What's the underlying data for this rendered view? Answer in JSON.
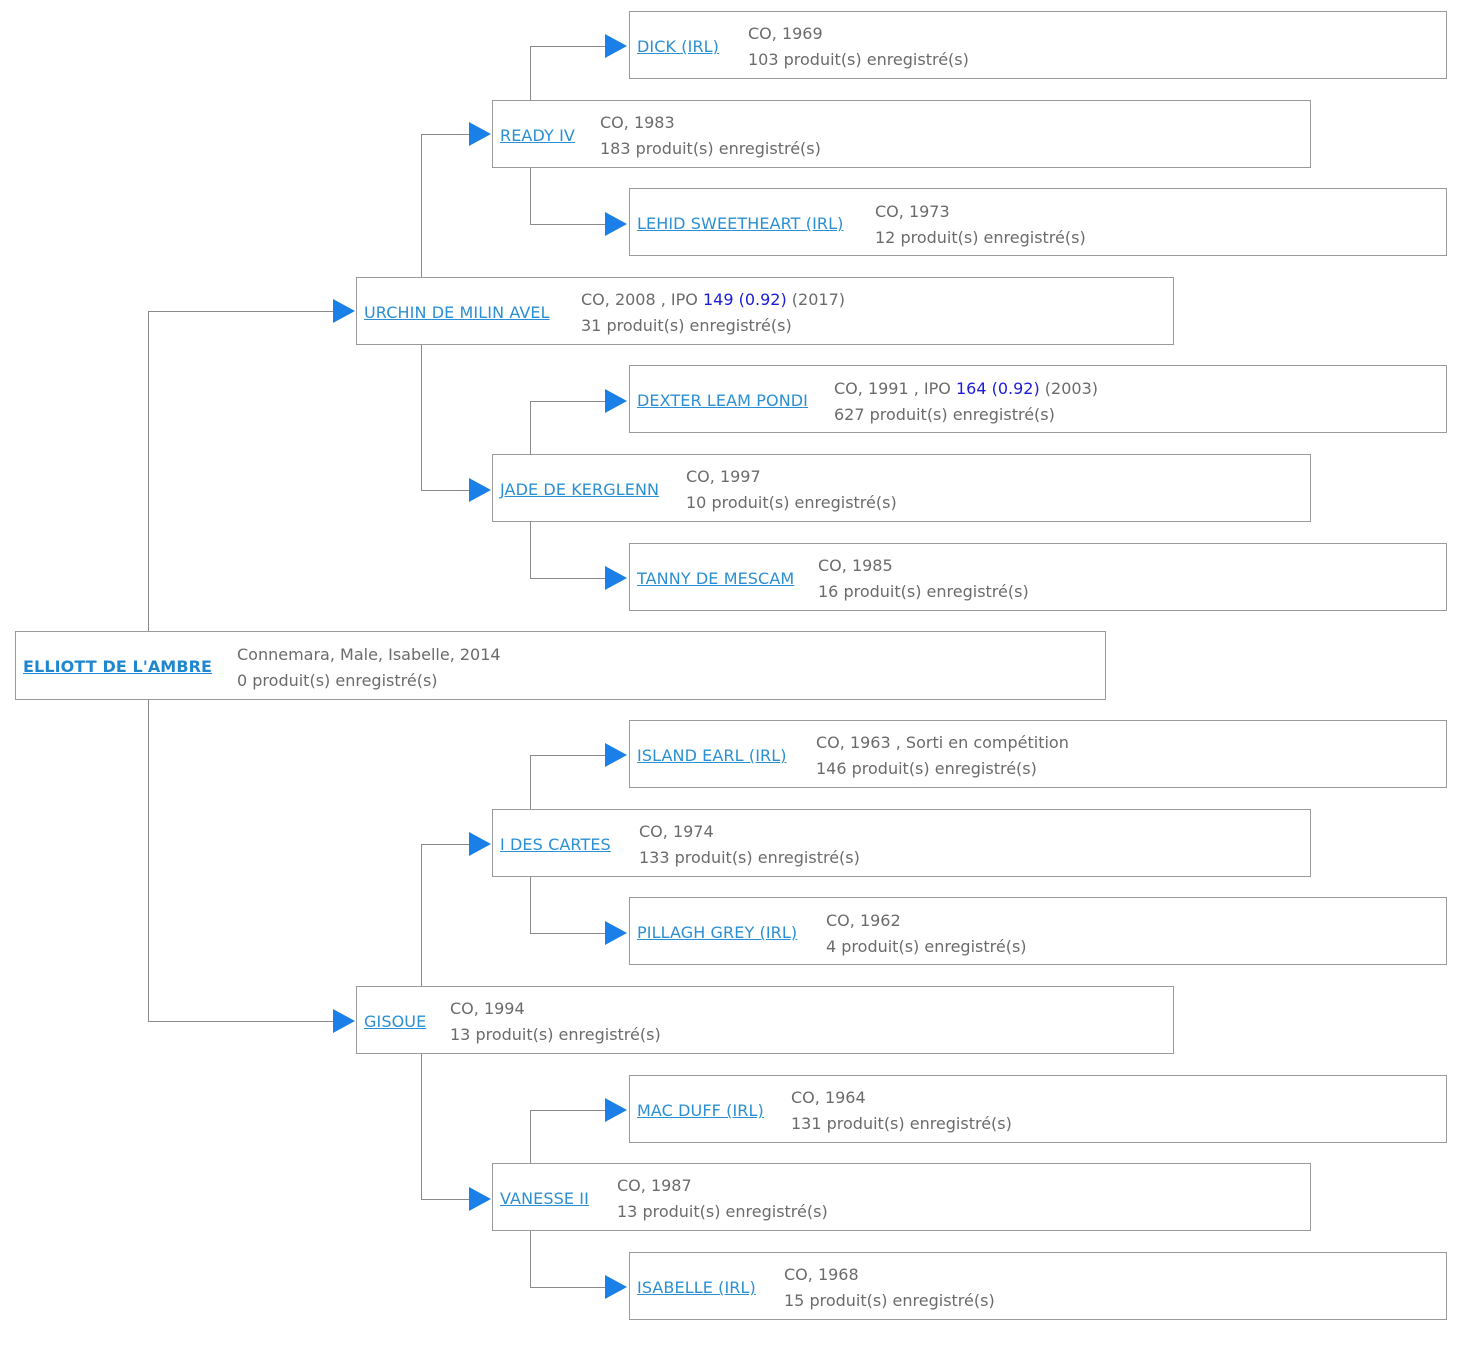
{
  "nodes": [
    {
      "id": "root",
      "name": "ELLIOTT DE L'AMBRE",
      "line1": "Connemara, Male, Isabelle, 2014",
      "line2": "0 produit(s) enregistré(s)"
    },
    {
      "id": "s",
      "name": "URCHIN DE MILIN AVEL",
      "line1_pre": "CO, 2008 , IPO ",
      "ipo_value": "149",
      "ipo_coef": "(0.92)",
      "line1_post": " (2017)",
      "line2": "31 produit(s) enregistré(s)"
    },
    {
      "id": "ss",
      "name": "READY IV",
      "line1": "CO, 1983",
      "line2": "183 produit(s) enregistré(s)"
    },
    {
      "id": "sss",
      "name": "DICK (IRL)",
      "line1": "CO, 1969",
      "line2": "103 produit(s) enregistré(s)"
    },
    {
      "id": "ssd",
      "name": "LEHID SWEETHEART (IRL)",
      "line1": "CO, 1973",
      "line2": "12 produit(s) enregistré(s)"
    },
    {
      "id": "sd",
      "name": "JADE DE KERGLENN",
      "line1": "CO, 1997",
      "line2": "10 produit(s) enregistré(s)"
    },
    {
      "id": "sds",
      "name": "DEXTER LEAM PONDI",
      "line1_pre": "CO, 1991 , IPO ",
      "ipo_value": "164",
      "ipo_coef": "(0.92)",
      "line1_post": " (2003)",
      "line2": "627 produit(s) enregistré(s)"
    },
    {
      "id": "sdd",
      "name": "TANNY DE MESCAM",
      "line1": "CO, 1985",
      "line2": "16 produit(s) enregistré(s)"
    },
    {
      "id": "d",
      "name": "GISOUE",
      "line1": "CO, 1994",
      "line2": "13 produit(s) enregistré(s)"
    },
    {
      "id": "ds",
      "name": "I DES CARTES",
      "line1": "CO, 1974",
      "line2": "133 produit(s) enregistré(s)"
    },
    {
      "id": "dss",
      "name": "ISLAND EARL (IRL)",
      "line1": "CO, 1963 , Sorti en compétition",
      "line2": "146 produit(s) enregistré(s)"
    },
    {
      "id": "dsd",
      "name": "PILLAGH GREY (IRL)",
      "line1": "CO, 1962",
      "line2": "4 produit(s) enregistré(s)"
    },
    {
      "id": "dd",
      "name": "VANESSE II",
      "line1": "CO, 1987",
      "line2": "13 produit(s) enregistré(s)"
    },
    {
      "id": "dds",
      "name": "MAC DUFF (IRL)",
      "line1": "CO, 1964",
      "line2": "131 produit(s) enregistré(s)"
    },
    {
      "id": "ddd",
      "name": "ISABELLE (IRL)",
      "line1": "CO, 1968",
      "line2": "15 produit(s) enregistré(s)"
    }
  ],
  "colors": {
    "link": "#2a8fd4",
    "arrow": "#1b7fe8",
    "ipo": "#1b1bd8",
    "text": "#6b6b6b",
    "border": "#9a9a9a"
  },
  "icons": {
    "connector": "right-triangle-arrow-icon"
  }
}
